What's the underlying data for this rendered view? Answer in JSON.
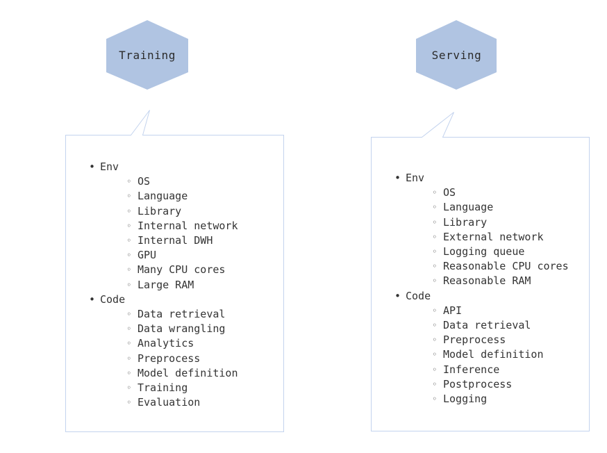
{
  "palette": {
    "hex_fill": "#b0c4e2",
    "bubble_border": "#c3d3ee",
    "bubble_fill": "#ffffff",
    "text": "#333333",
    "page_bg": "#ffffff"
  },
  "columns": [
    {
      "id": "training",
      "hexagon": {
        "label": "Training",
        "name": "training-hexagon"
      },
      "bubble": {
        "name": "training-callout",
        "groups": [
          {
            "label": "Env",
            "items": [
              "OS",
              "Language",
              "Library",
              "Internal network",
              "Internal DWH",
              "GPU",
              "Many CPU cores",
              "Large RAM"
            ]
          },
          {
            "label": "Code",
            "items": [
              "Data retrieval",
              "Data wrangling",
              "Analytics",
              "Preprocess",
              "Model definition",
              "Training",
              "Evaluation"
            ]
          }
        ]
      }
    },
    {
      "id": "serving",
      "hexagon": {
        "label": "Serving",
        "name": "serving-hexagon"
      },
      "bubble": {
        "name": "serving-callout",
        "groups": [
          {
            "label": "Env",
            "items": [
              "OS",
              "Language",
              "Library",
              "External network",
              "Logging queue",
              "Reasonable CPU cores",
              "Reasonable RAM"
            ]
          },
          {
            "label": "Code",
            "items": [
              "API",
              "Data retrieval",
              "Preprocess",
              "Model definition",
              "Inference",
              "Postprocess",
              "Logging"
            ]
          }
        ]
      }
    }
  ],
  "bullets": {
    "level1_glyph": "•",
    "level2_glyph": "◦"
  }
}
